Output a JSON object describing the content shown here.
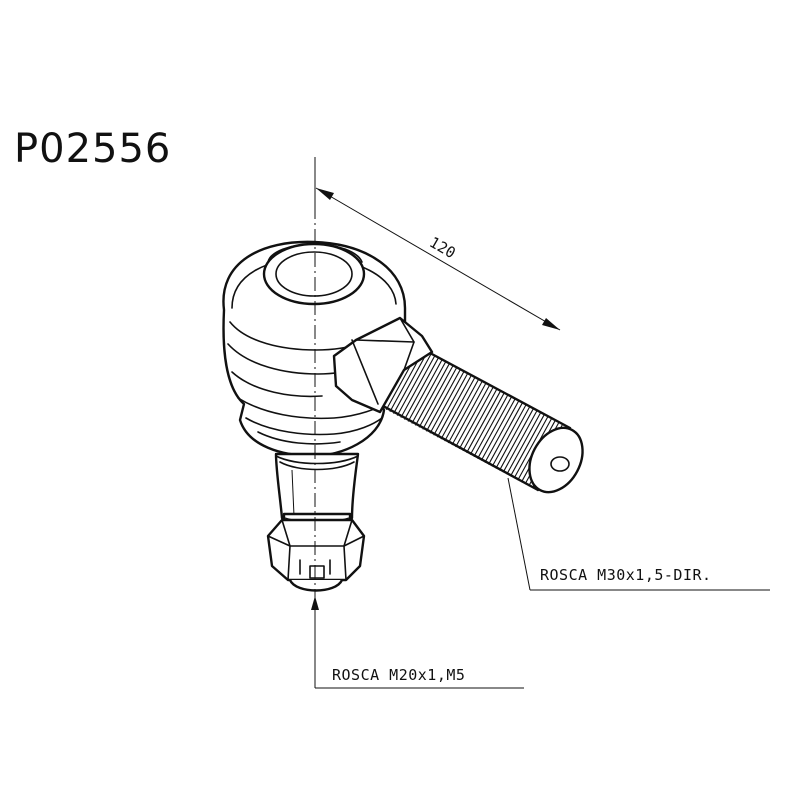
{
  "part_code": "P02556",
  "dimension": {
    "value": "120"
  },
  "callouts": {
    "shank_thread": "ROSCA M30x1,5-DIR.",
    "stud_thread": "ROSCA M20x1,M5"
  },
  "colors": {
    "line": "#111111",
    "background": "#ffffff"
  }
}
